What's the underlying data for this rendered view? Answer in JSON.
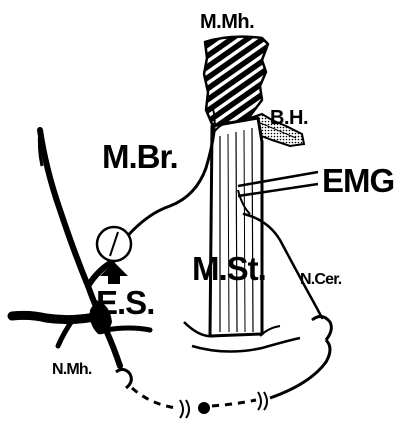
{
  "labels": {
    "m_mh": "M.Mh.",
    "b_h": "B.H.",
    "m_br": "M.Br.",
    "emg": "EMG",
    "m_st": "M.St.",
    "n_cer": "N.Cer.",
    "e_s": "E.S.",
    "n_mh": "N.Mh."
  },
  "colors": {
    "ink": "#000000",
    "paper": "#ffffff"
  }
}
